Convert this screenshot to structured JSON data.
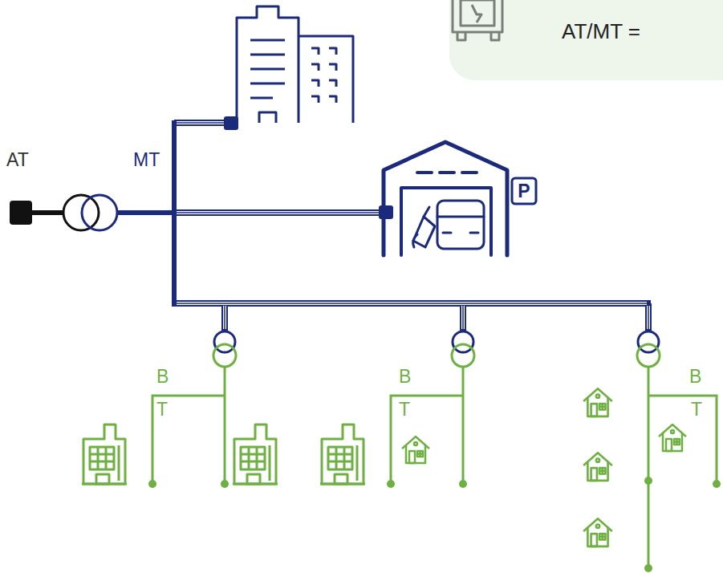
{
  "diagram": {
    "nodes": [
      {
        "text": [
          "AT/MT ="
        ]
      }
    ],
    "labels": [
      "AT",
      "MT",
      "B",
      "T",
      "B",
      "T",
      "B",
      "T",
      "P"
    ]
  }
}
